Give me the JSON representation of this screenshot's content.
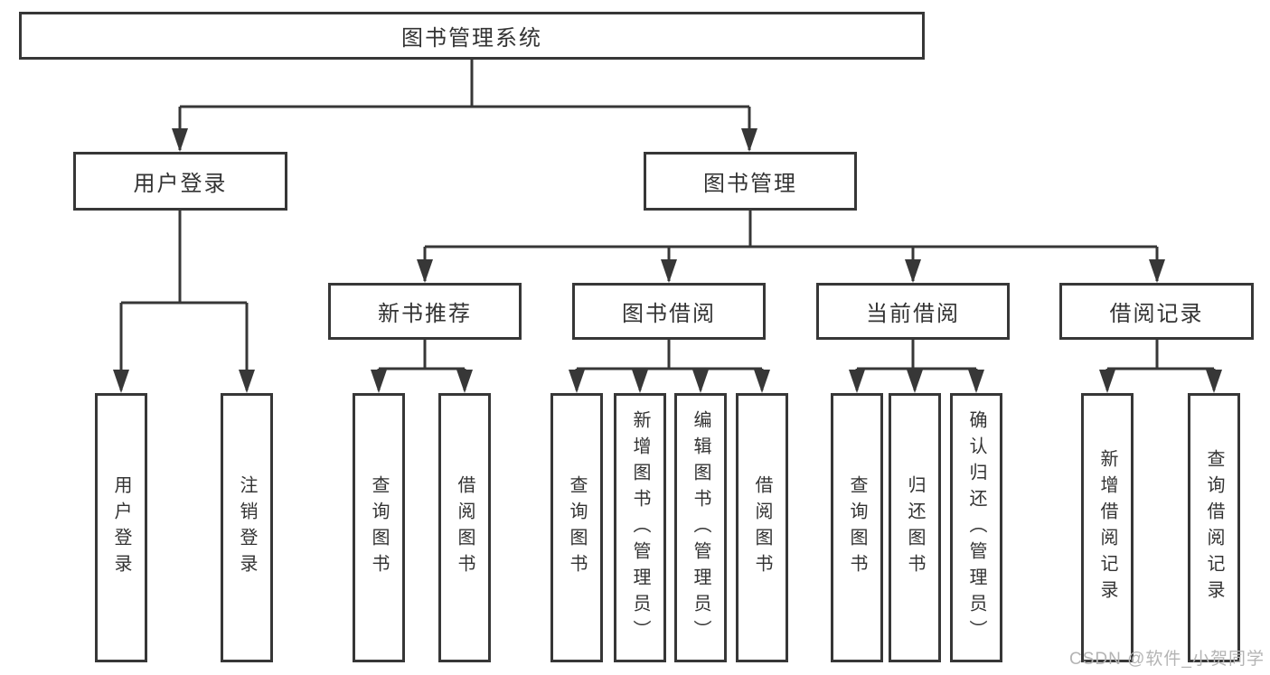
{
  "diagram": {
    "root": "图书管理系统",
    "branches": [
      {
        "label": "用户登录",
        "leaves": [
          "用户登录",
          "注销登录"
        ]
      },
      {
        "label": "图书管理",
        "groups": [
          {
            "label": "新书推荐",
            "leaves": [
              "查询图书",
              "借阅图书"
            ]
          },
          {
            "label": "图书借阅",
            "leaves": [
              "查询图书",
              "新增图书（管理员）",
              "编辑图书（管理员）",
              "借阅图书"
            ]
          },
          {
            "label": "当前借阅",
            "leaves": [
              "查询图书",
              "归还图书",
              "确认归还（管理员）"
            ]
          },
          {
            "label": "借阅记录",
            "leaves": [
              "新增借阅记录",
              "查询借阅记录"
            ]
          }
        ]
      }
    ]
  },
  "watermark": "CSDN @软件_小贺同学",
  "colors": {
    "line": "#373737",
    "text": "#333333",
    "watermark": "#b4b4b4",
    "background": "#ffffff"
  }
}
